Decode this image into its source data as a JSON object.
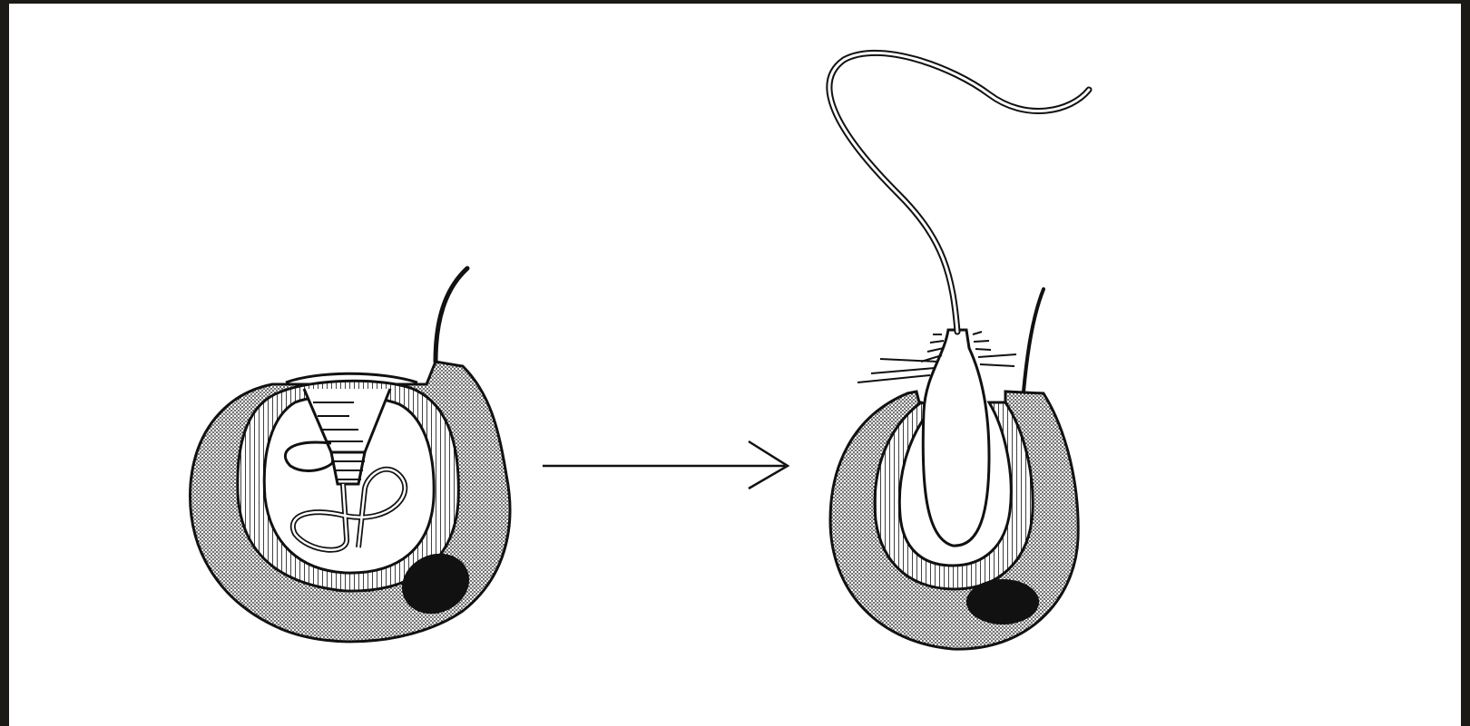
{
  "figure": {
    "stages": [
      {
        "id": "resting",
        "label": ""
      },
      {
        "id": "discharged",
        "label": ""
      }
    ],
    "transition": "arrow",
    "colors": {
      "background": "#ffffff",
      "frame": "#1c1a17",
      "ink": "#111111",
      "stipple": "#4a4a4a"
    }
  }
}
